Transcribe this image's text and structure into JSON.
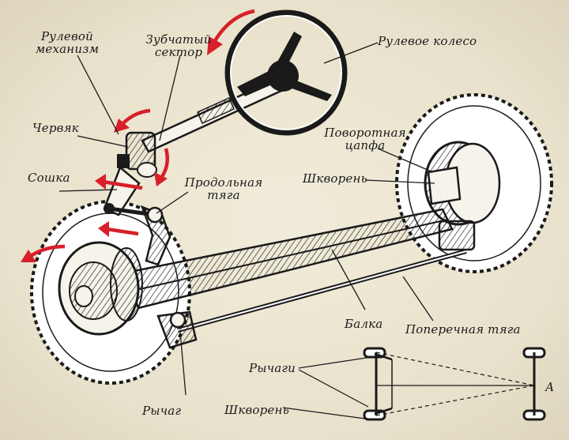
{
  "labels": {
    "steering_mechanism_line1": "Рулевой",
    "steering_mechanism_line2": "механизм",
    "toothed_sector_line1": "Зубчатый",
    "toothed_sector_line2": "сектор",
    "steering_wheel": "Рулевое колесо",
    "worm": "Червяк",
    "pitman_arm": "Сошка",
    "drag_link_line1": "Продольная",
    "drag_link_line2": "тяга",
    "steering_knuckle_line1": "Поворотная",
    "steering_knuckle_line2": "цапфа",
    "kingpin_top": "Шкворень",
    "beam": "Балка",
    "tie_rod": "Поперечная тяга",
    "levers": "Рычаги",
    "kingpin_bottom": "Шкворень",
    "lever_bottom": "Рычаг",
    "point_a": "А"
  },
  "colors": {
    "ink": "#1a1a1a",
    "paper": "#ece6d2",
    "arrow_red": "#d8202a"
  }
}
